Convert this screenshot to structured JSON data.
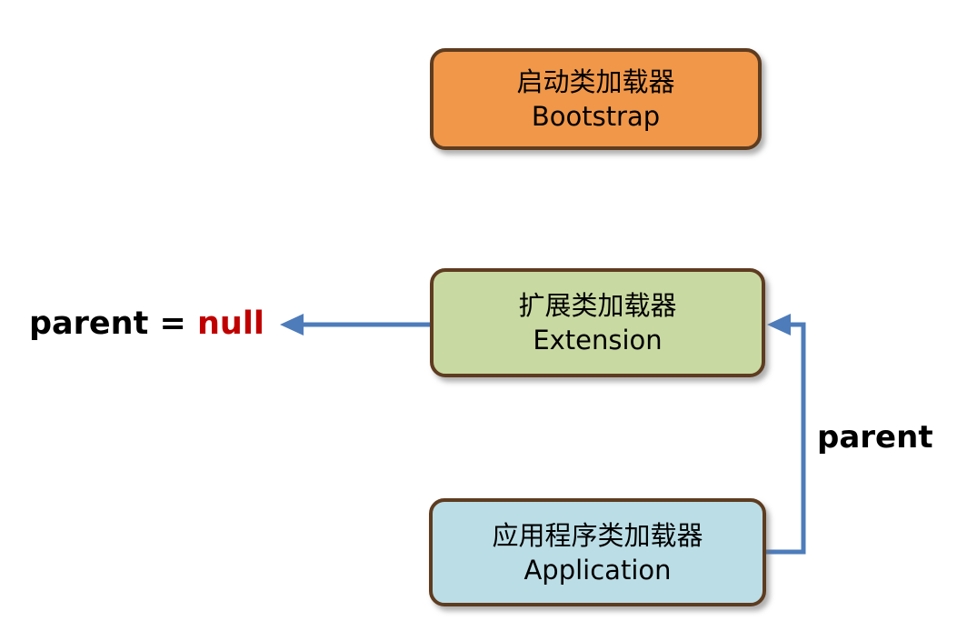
{
  "diagram": {
    "title_semantic": "JVM classloader parent-delegation hierarchy",
    "boxes": [
      {
        "id": "bootstrap",
        "line1": "启动类加载器",
        "line2": "Bootstrap",
        "fill": "#F09749",
        "border": "#5E3C20"
      },
      {
        "id": "extension",
        "line1": "扩展类加载器",
        "line2": "Extension",
        "fill": "#C9D9A2",
        "border": "#5E3C20"
      },
      {
        "id": "application",
        "line1": "应用程序类加载器",
        "line2": "Application",
        "fill": "#BBDDE6",
        "border": "#5E3C20"
      }
    ],
    "labels": {
      "parent_assignment_prefix": "parent = ",
      "parent_assignment_value": "null",
      "parent_edge_label": "parent"
    },
    "colors": {
      "null_text": "#C00000",
      "arrow": "#4E7CBB",
      "box_text": "#000000",
      "background": "#FFFFFF"
    }
  }
}
